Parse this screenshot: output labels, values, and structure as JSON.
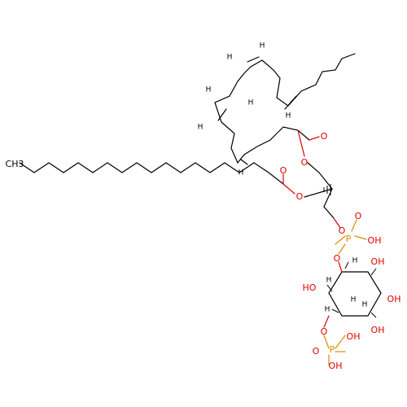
{
  "diagram": {
    "background": "#ffffff",
    "colors": {
      "carbon": "#000000",
      "oxygen": "#e00000",
      "phosphorus": "#e08a00"
    },
    "labels": {
      "ch3": "CH3",
      "o": "O",
      "p": "P",
      "oh": "OH",
      "ho": "HO",
      "h": "H"
    }
  }
}
